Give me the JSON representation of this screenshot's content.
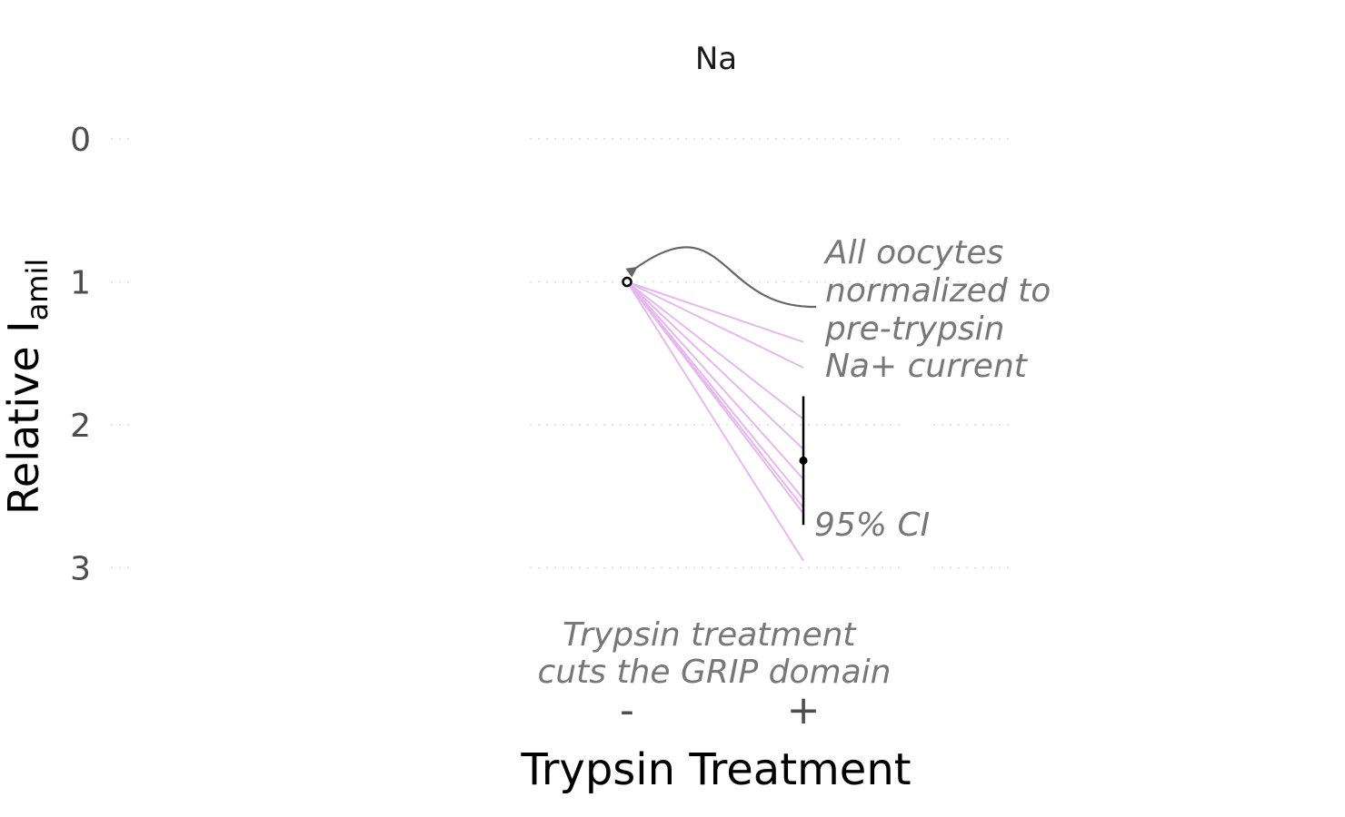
{
  "chart_data": {
    "type": "line",
    "panel_title": "Na",
    "xlabel": "Trypsin Treatment",
    "ylabel_main": "Relative I",
    "ylabel_sub": "amil",
    "categories": [
      "-",
      "+"
    ],
    "yticks": [
      "0",
      "1",
      "2",
      "3"
    ],
    "ylim": [
      0,
      3
    ],
    "y_reversed": true,
    "grid": "horizontal dotted",
    "baseline": {
      "x": "-",
      "y": 1.0
    },
    "series": [
      {
        "values": [
          1.0,
          1.42
        ]
      },
      {
        "values": [
          1.0,
          1.6
        ]
      },
      {
        "values": [
          1.0,
          1.96
        ]
      },
      {
        "values": [
          1.0,
          2.17
        ]
      },
      {
        "values": [
          1.0,
          2.38
        ]
      },
      {
        "values": [
          1.0,
          2.52
        ]
      },
      {
        "values": [
          1.0,
          2.58
        ]
      },
      {
        "values": [
          1.0,
          2.62
        ]
      },
      {
        "values": [
          1.0,
          2.95
        ]
      }
    ],
    "summary": {
      "x": "+",
      "mean": 2.25,
      "ci_low": 1.8,
      "ci_high": 2.7
    },
    "annotations": {
      "normalized": [
        "All oocytes",
        "normalized to",
        "pre-trypsin",
        "Na+ current"
      ],
      "ci": "95% CI",
      "trypsin": [
        "Trypsin treatment",
        "cuts the GRIP domain"
      ]
    },
    "colors": {
      "traces": "#e6b8ee",
      "annotation": "#777777",
      "arrow": "#666666",
      "ci": "#000000",
      "grid": "#e3e3e3"
    }
  }
}
